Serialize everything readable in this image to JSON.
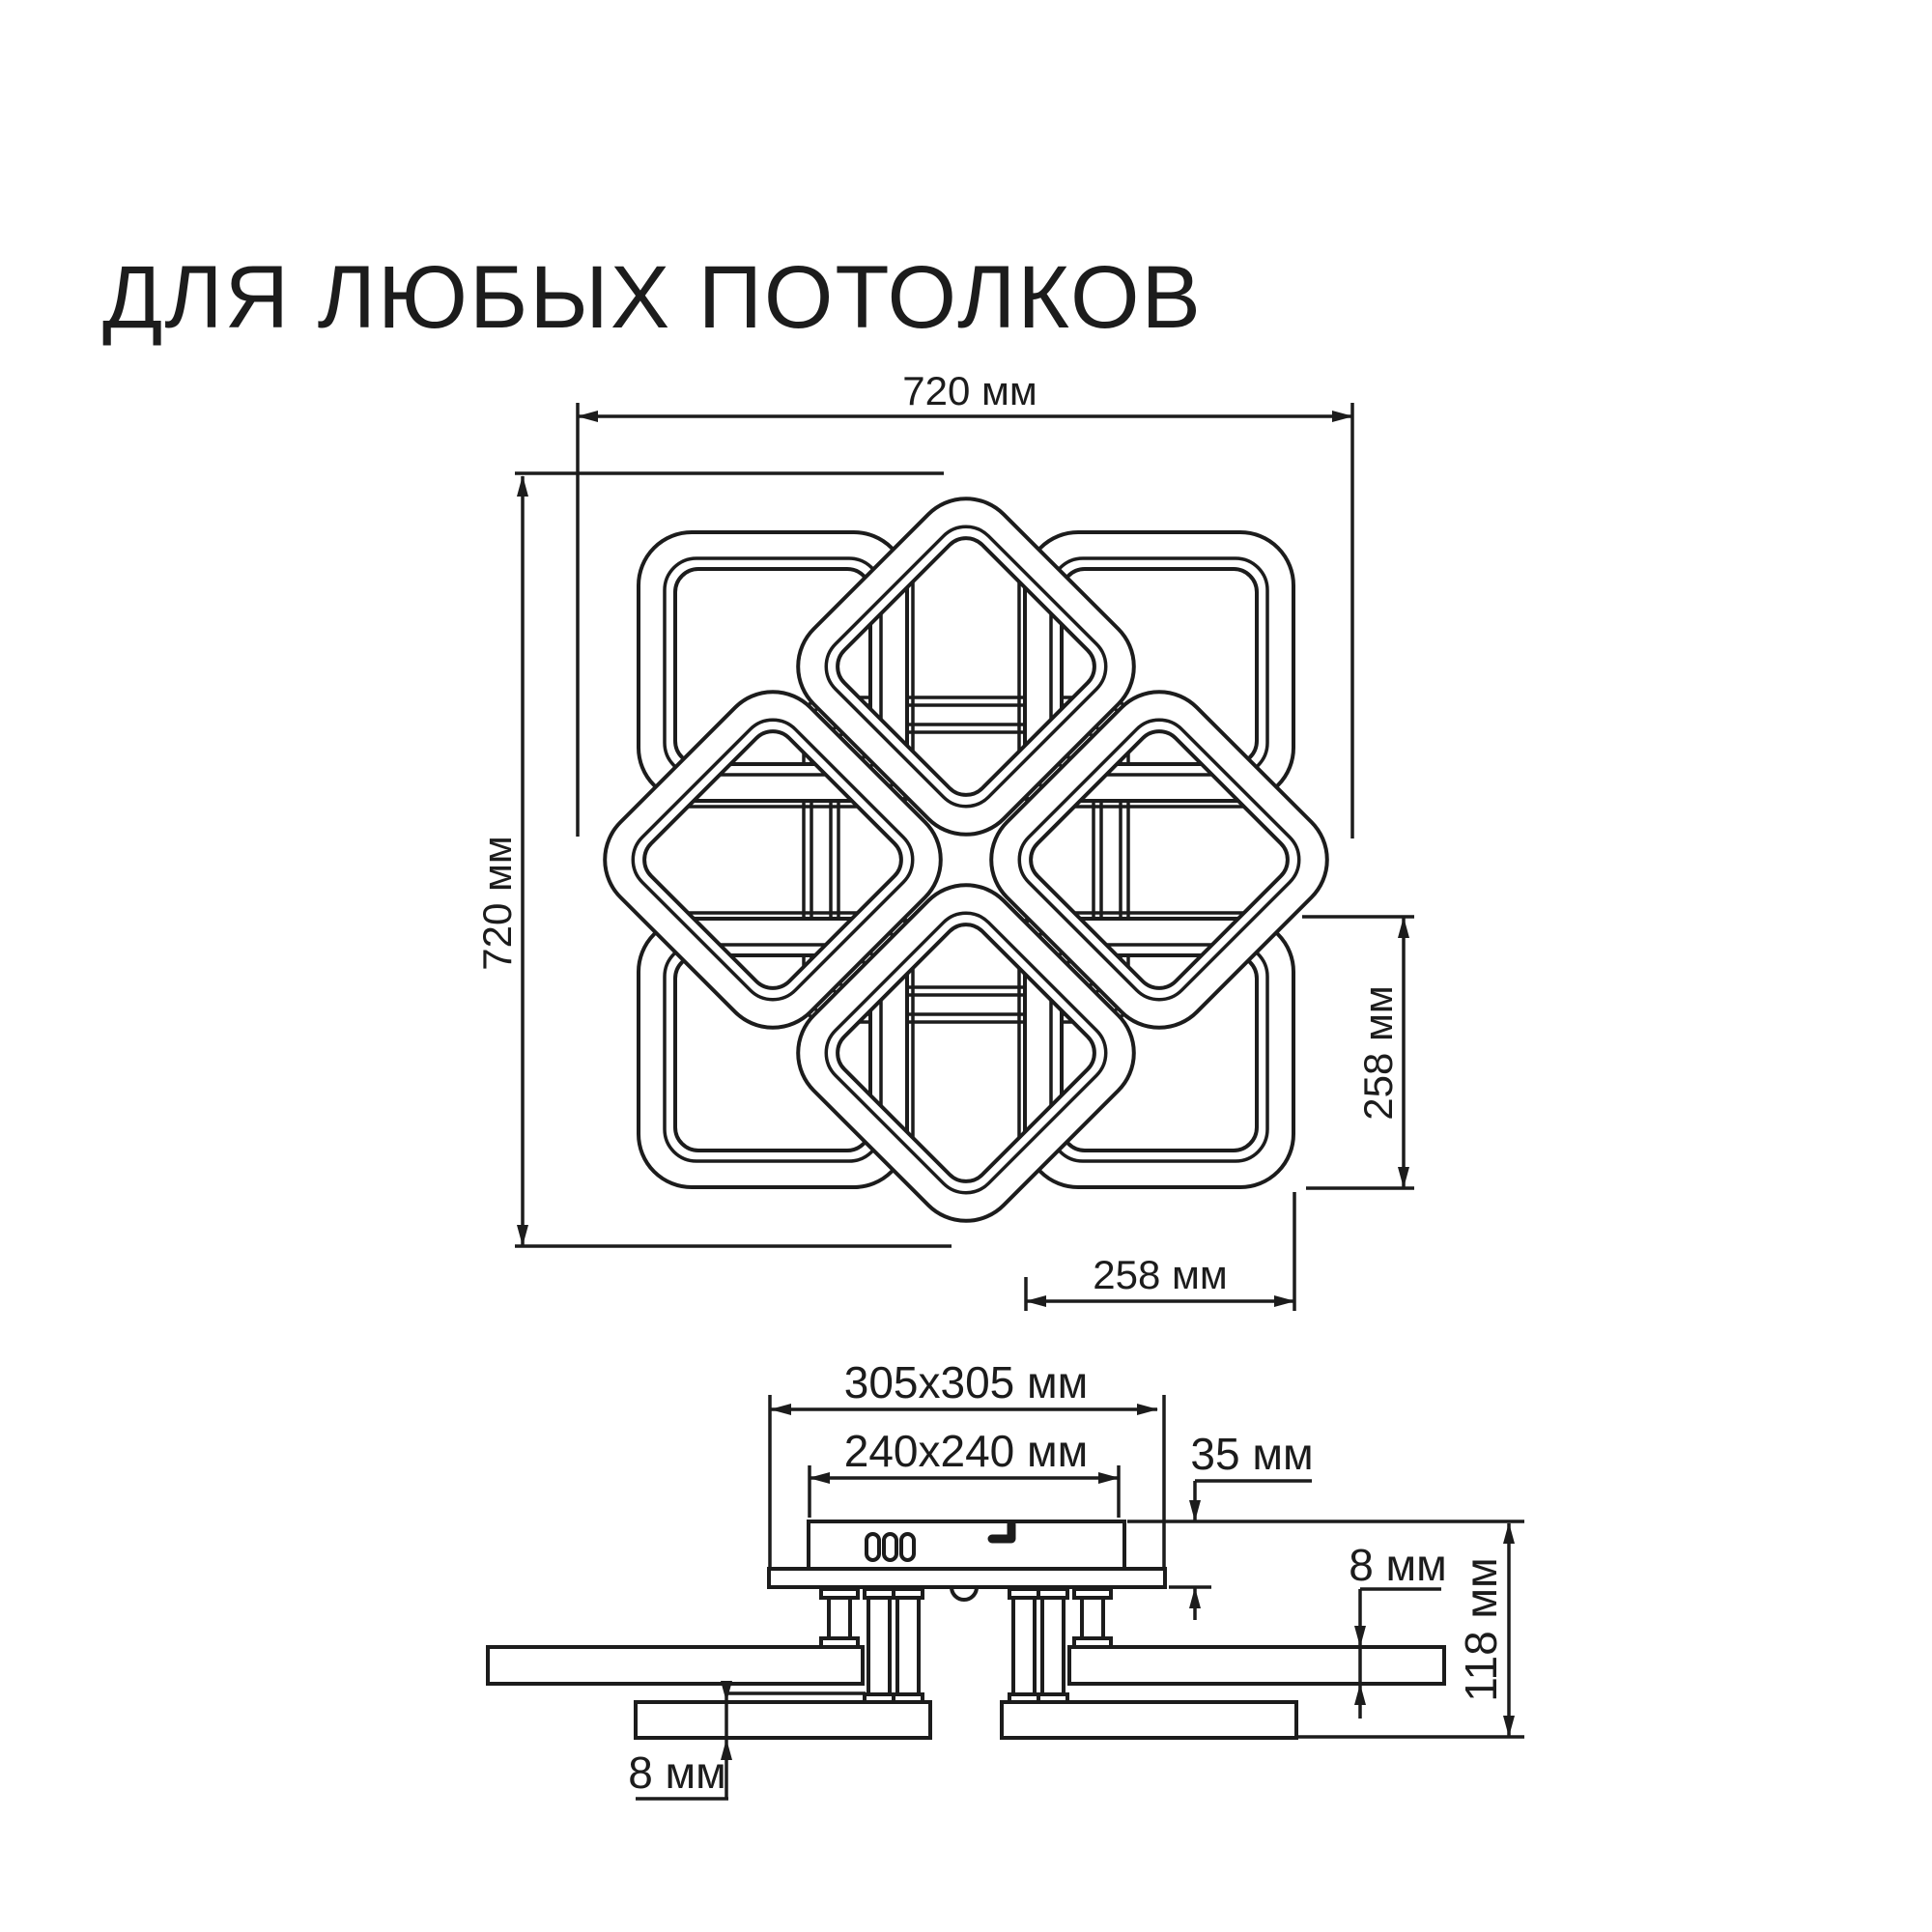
{
  "title": "ДЛЯ ЛЮБЫХ ПОТОЛКОВ",
  "colors": {
    "line": "#1c1c1c",
    "background": "#ffffff"
  },
  "top_view": {
    "width_label": "720 мм",
    "height_label": "720 мм",
    "ring_height_label": "258 мм",
    "ring_width_label": "258 мм"
  },
  "side_view": {
    "canopy_label": "305x305 мм",
    "base_label": "240x240 мм",
    "base_height_label": "35 мм",
    "upper_ring_thickness_label": "8 мм",
    "total_height_label": "118 мм",
    "lower_ring_thickness_label": "8 мм"
  }
}
